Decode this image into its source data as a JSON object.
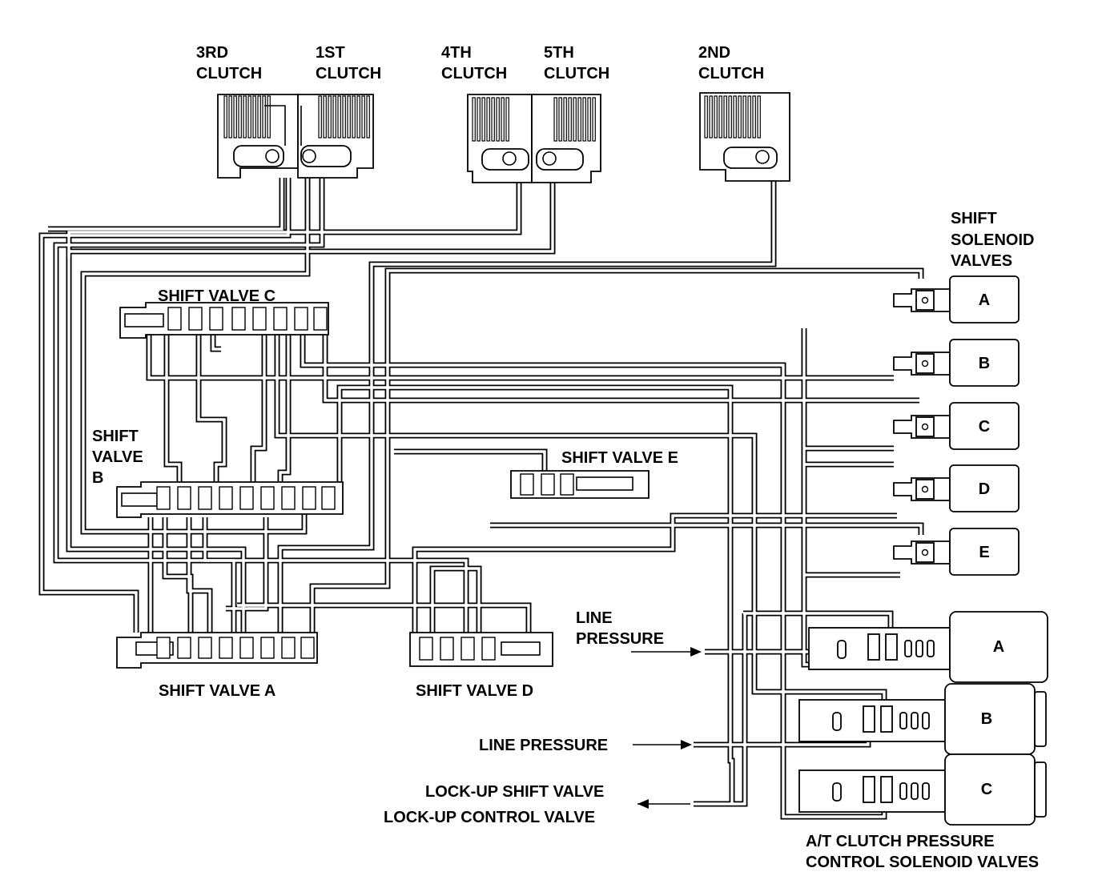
{
  "labels": {
    "clutch_3rd": [
      "3RD",
      "CLUTCH"
    ],
    "clutch_1st": [
      "1ST",
      "CLUTCH"
    ],
    "clutch_4th": [
      "4TH",
      "CLUTCH"
    ],
    "clutch_5th": [
      "5TH",
      "CLUTCH"
    ],
    "clutch_2nd": [
      "2ND",
      "CLUTCH"
    ],
    "shift_solenoid_valves": [
      "SHIFT",
      "SOLENOID",
      "VALVES"
    ],
    "shift_valve_c": "SHIFT VALVE C",
    "shift_valve_b": [
      "SHIFT",
      "VALVE",
      "B"
    ],
    "shift_valve_e": "SHIFT VALVE E",
    "shift_valve_a": "SHIFT VALVE A",
    "shift_valve_d": "SHIFT VALVE D",
    "line_pressure_1": [
      "LINE",
      "PRESSURE"
    ],
    "line_pressure_2": "LINE PRESSURE",
    "lockup_shift_valve": "LOCK-UP SHIFT VALVE",
    "lockup_control_valve": "LOCK-UP CONTROL VALVE",
    "atcp_solenoids": [
      "A/T CLUTCH PRESSURE",
      "CONTROL SOLENOID VALVES"
    ]
  },
  "shift_solenoids": [
    "A",
    "B",
    "C",
    "D",
    "E"
  ],
  "pressure_solenoids": [
    "A",
    "B",
    "C"
  ],
  "colors": {
    "ink": "#000000",
    "paper": "#ffffff"
  }
}
